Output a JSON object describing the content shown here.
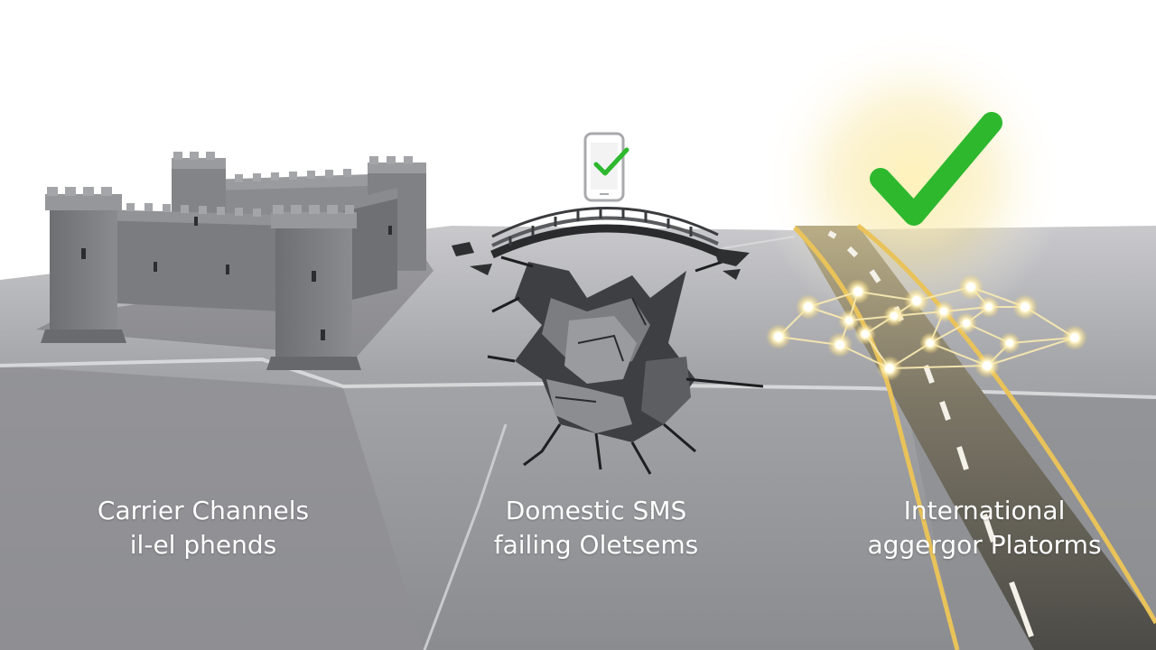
{
  "captions": {
    "carrier": {
      "line1": "Carrier Channels",
      "line2": "il-el phends"
    },
    "domestic": {
      "line1": "Domestic SMS",
      "line2": "failing Oletsems"
    },
    "international": {
      "line1": "International",
      "line2": "aggergor Platorms"
    }
  },
  "icons": {
    "fortress": "castle-icon",
    "phone": "smartphone-check-icon",
    "bridge": "bridge-icon",
    "crack": "ground-crack-icon",
    "checkmark": "check-icon",
    "network": "network-nodes-icon",
    "road": "road-icon"
  },
  "colors": {
    "ground": "#8f9094",
    "ground_light": "#b4b5b8",
    "castle": "#7a7b7e",
    "check_green": "#2eb82e",
    "glow_gold": "#f5d680",
    "road_asphalt": "#5c5a54",
    "road_line": "#e9c35a"
  }
}
